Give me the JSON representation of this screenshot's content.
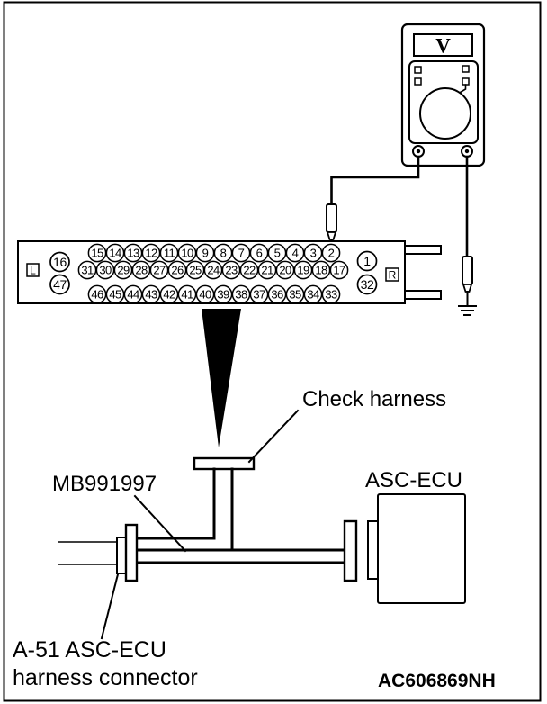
{
  "meter": {
    "unit_label": "V"
  },
  "connector": {
    "left_label": "L",
    "right_label": "R",
    "left_pins": [
      "16",
      "47"
    ],
    "right_pins": [
      "1",
      "32"
    ],
    "rows": [
      [
        "15",
        "14",
        "13",
        "12",
        "11",
        "10",
        "9",
        "8",
        "7",
        "6",
        "5",
        "4",
        "3",
        "2"
      ],
      [
        "31",
        "30",
        "29",
        "28",
        "27",
        "26",
        "25",
        "24",
        "23",
        "22",
        "21",
        "20",
        "19",
        "18",
        "17"
      ],
      [
        "46",
        "45",
        "44",
        "43",
        "42",
        "41",
        "40",
        "39",
        "38",
        "37",
        "36",
        "35",
        "34",
        "33"
      ]
    ]
  },
  "labels": {
    "check_harness": "Check harness",
    "tool_number": "MB991997",
    "ecu": "ASC-ECU",
    "harness_connector_line1": "A-51 ASC-ECU",
    "harness_connector_line2": "harness connector",
    "figure_code": "AC606869NH"
  }
}
